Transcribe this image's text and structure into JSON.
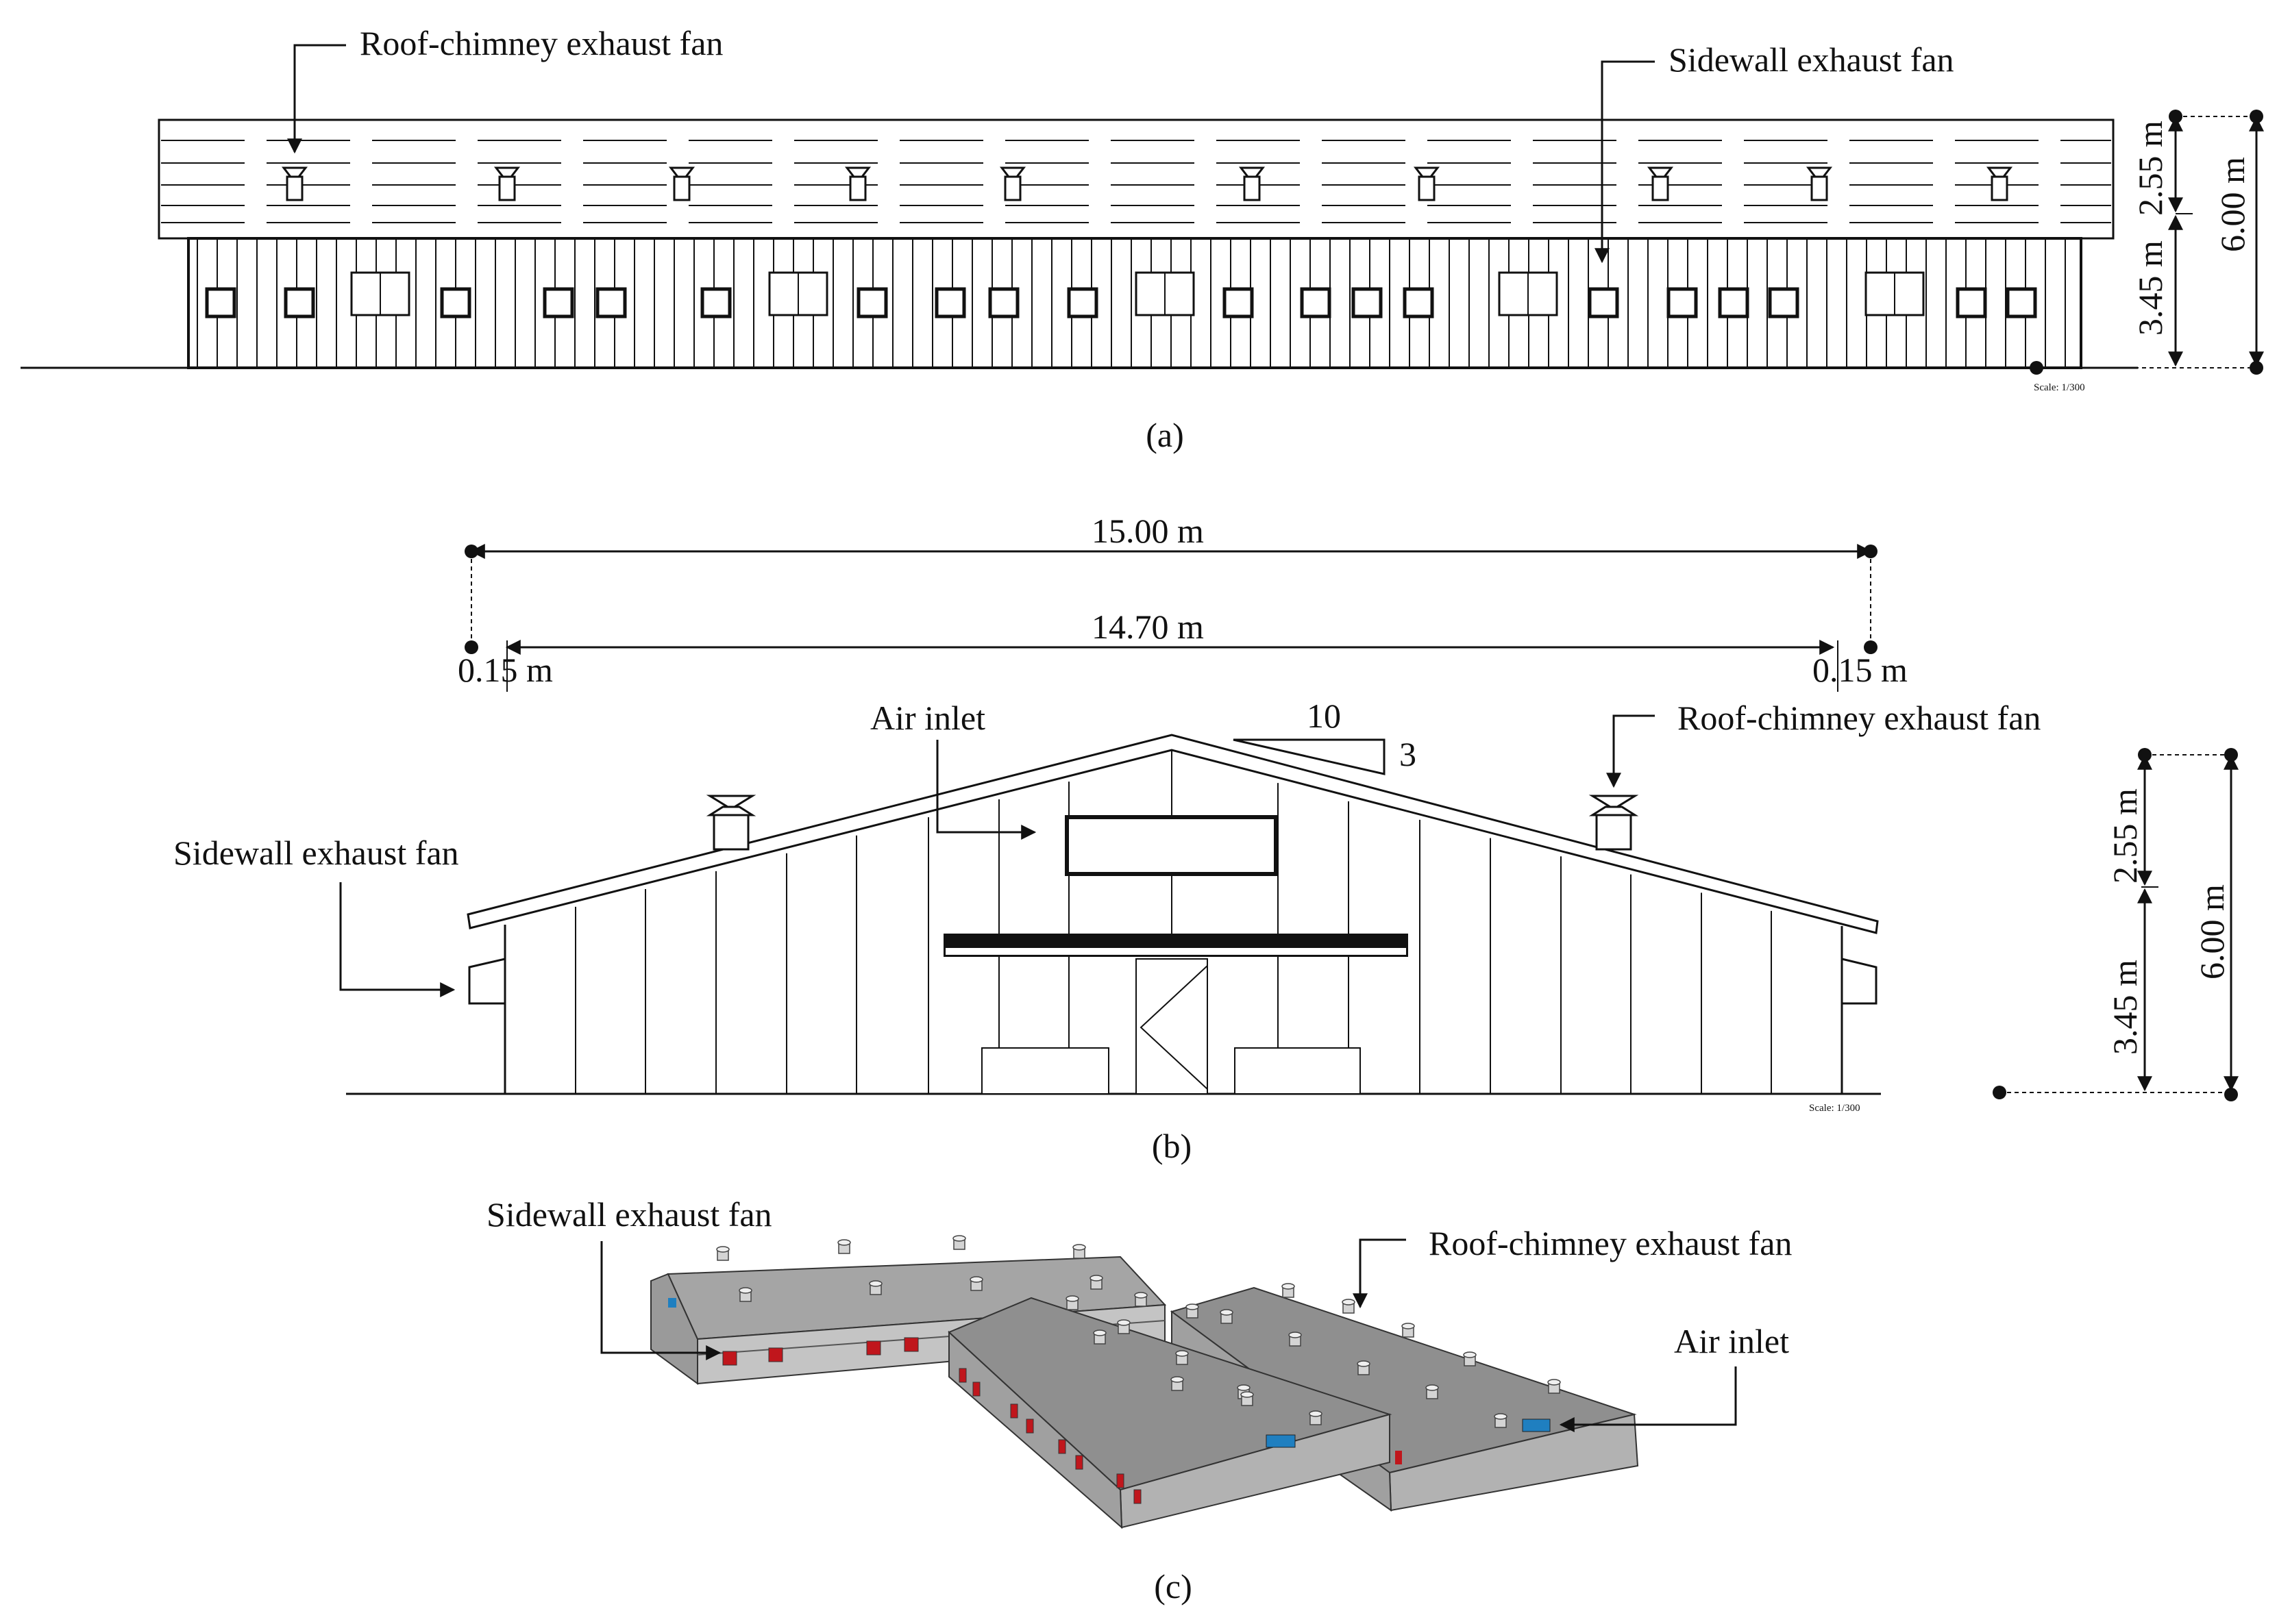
{
  "labels": {
    "roof_chimney_fan": "Roof-chimney exhaust fan",
    "sidewall_fan": "Sidewall exhaust fan",
    "air_inlet": "Air inlet"
  },
  "dimensions": {
    "roof_height": "2.55 m",
    "wall_height": "3.45 m",
    "total_height": "6.00 m",
    "overall_width": "15.00 m",
    "inner_width": "14.70 m",
    "eave_left": "0.15 m",
    "eave_right": "0.15 m",
    "slope_run": "10",
    "slope_rise": "3",
    "scale": "Scale: 1/300"
  },
  "captions": {
    "a": "(a)",
    "b": "(b)",
    "c": "(c)"
  },
  "colors": {
    "line": "#111111",
    "fan_red": "#c0161c",
    "inlet_blue": "#1f7fc0",
    "roof_gray": "#8c8c8c",
    "wall_gray": "#b4b4b4",
    "end_gray": "#a6a6a6"
  }
}
